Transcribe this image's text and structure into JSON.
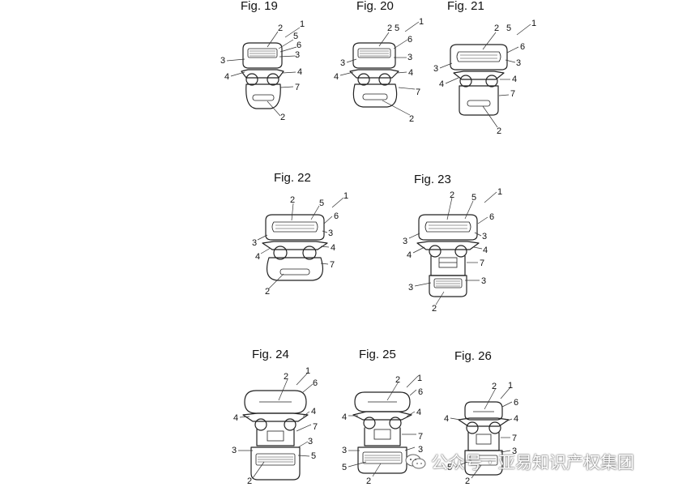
{
  "figures": [
    {
      "id": "19",
      "title": "Fig. 19"
    },
    {
      "id": "20",
      "title": "Fig. 20"
    },
    {
      "id": "21",
      "title": "Fig. 21"
    },
    {
      "id": "22",
      "title": "Fig. 22"
    },
    {
      "id": "23",
      "title": "Fig. 23"
    },
    {
      "id": "24",
      "title": "Fig. 24"
    },
    {
      "id": "25",
      "title": "Fig. 25"
    },
    {
      "id": "26",
      "title": "Fig. 26"
    }
  ],
  "watermark": {
    "text": "公众号 · 亚易知识产权集团",
    "icon": "wechat-icon"
  }
}
